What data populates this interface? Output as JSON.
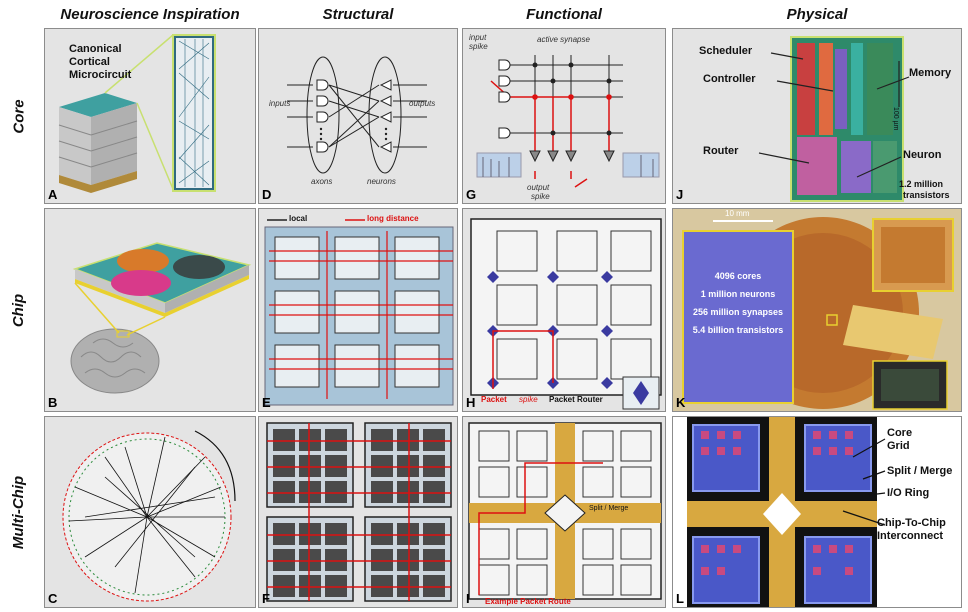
{
  "columns": [
    "Neuroscience Inspiration",
    "Structural",
    "Functional",
    "Physical"
  ],
  "rows": [
    "Core",
    "Chip",
    "Multi-Chip"
  ],
  "panel_letters": [
    "A",
    "B",
    "C",
    "D",
    "E",
    "F",
    "G",
    "H",
    "I",
    "J",
    "K",
    "L"
  ],
  "panel_a": {
    "title_line1": "Canonical",
    "title_line2": "Cortical",
    "title_line3": "Microcircuit"
  },
  "panel_d": {
    "inputs": "inputs",
    "outputs": "outputs",
    "axons": "axons",
    "neurons": "neurons"
  },
  "panel_e": {
    "legend_local": "local",
    "legend_long": "long distance"
  },
  "panel_g": {
    "input_spike_1": "input",
    "input_spike_2": "spike",
    "active_synapse": "active synapse",
    "output_spike_1": "output",
    "output_spike_2": "spike"
  },
  "panel_h": {
    "packet": "Packet",
    "spike": "spike",
    "packet_router": "Packet Router"
  },
  "panel_i": {
    "split_merge": "Split / Merge",
    "example_route": "Example Packet Route"
  },
  "panel_j": {
    "scheduler": "Scheduler",
    "controller": "Controller",
    "memory": "Memory",
    "router": "Router",
    "neuron": "Neuron",
    "transistors_1": "1.2 million",
    "transistors_2": "transistors",
    "scale": "100 µm"
  },
  "panel_k": {
    "scale": "10 mm",
    "stat1": "4096 cores",
    "stat2": "1 million neurons",
    "stat3": "256 million synapses",
    "stat4": "5.4 billion transistors"
  },
  "panel_l": {
    "core_grid_1": "Core",
    "core_grid_2": "Grid",
    "split_merge": "Split / Merge",
    "io_ring": "I/O Ring",
    "c2c_1": "Chip-To-Chip",
    "c2c_2": "Interconnect"
  }
}
